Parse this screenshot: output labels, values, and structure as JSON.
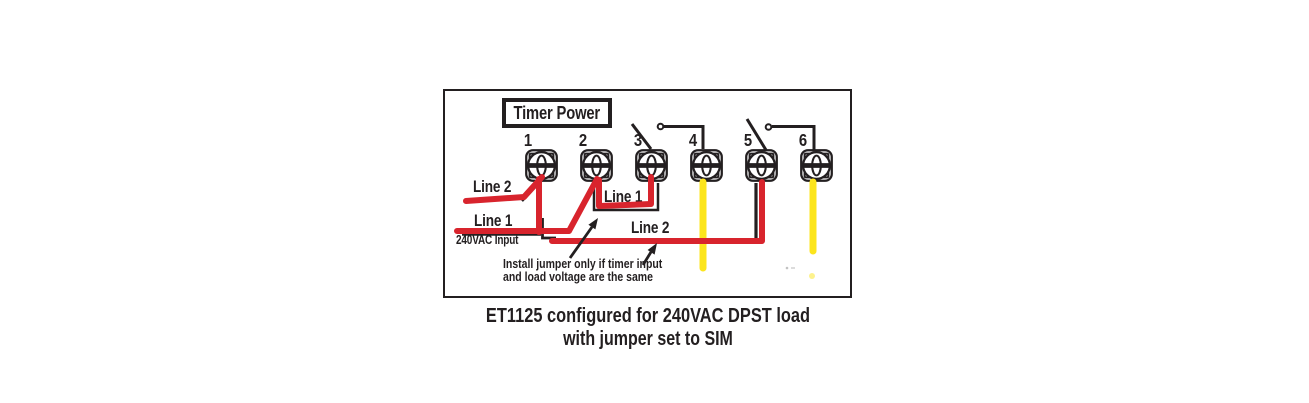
{
  "colors": {
    "ink": "#231f20",
    "wire_red": "#d8242d",
    "wire_yellow": "#fce51c",
    "background": "#ffffff"
  },
  "diagram": {
    "timer_power_label": "Timer Power",
    "terminals": [
      "1",
      "2",
      "3",
      "4",
      "5",
      "6"
    ],
    "labels": {
      "line2_left": "Line 2",
      "line1_left": "Line 1",
      "input": "240VAC Input",
      "line1_jumper": "Line 1",
      "line2_load": "Line 2"
    },
    "note_line1": "Install jumper only if timer input",
    "note_line2": "and load voltage are the same",
    "icons": {
      "terminal_screw": "terminal-screw-icon",
      "open_switch": "open-switch-icon",
      "annotation_arrow": "arrow-icon"
    }
  },
  "caption": {
    "line1": "ET1125 configured for 240VAC DPST load",
    "line2": "with jumper set to SIM"
  }
}
